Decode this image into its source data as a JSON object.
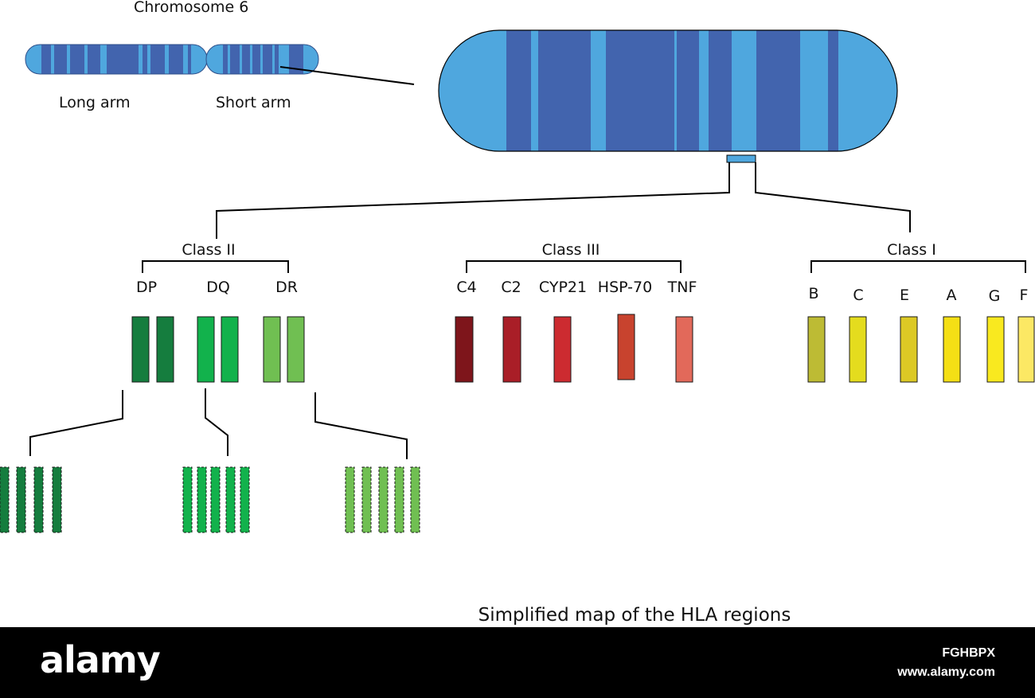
{
  "title": "Chromosome 6",
  "arm_labels": {
    "long": "Long arm",
    "short": "Short arm"
  },
  "classes": {
    "class2": {
      "label": "Class II",
      "genes": [
        {
          "name": "DP",
          "color": "#157d3e"
        },
        {
          "name": "DQ",
          "color": "#12b24c"
        },
        {
          "name": "DR",
          "color": "#70bf52"
        }
      ]
    },
    "class3": {
      "label": "Class III",
      "genes": [
        {
          "name": "C4",
          "color": "#7e151b"
        },
        {
          "name": "C2",
          "color": "#a91e27"
        },
        {
          "name": "CYP21",
          "color": "#cc2b30"
        },
        {
          "name": "HSP-70",
          "color": "#c8432e"
        },
        {
          "name": "TNF",
          "color": "#e2695a"
        }
      ]
    },
    "class1": {
      "label": "Class I",
      "genes": [
        {
          "name": "B",
          "color": "#bdbb34"
        },
        {
          "name": "C",
          "color": "#e4dc1e"
        },
        {
          "name": "E",
          "color": "#dcc925"
        },
        {
          "name": "A",
          "color": "#f4df15"
        },
        {
          "name": "G",
          "color": "#f9e91f"
        },
        {
          "name": "F",
          "color": "#fce864"
        }
      ]
    }
  },
  "chromosome_colors": {
    "light": "#4fa7de",
    "dark": "#4264ae"
  },
  "caption": "Simplified map of the HLA regions",
  "footer": {
    "logo": "alamy",
    "image_id": "FGHBPX",
    "url": "www.alamy.com"
  }
}
